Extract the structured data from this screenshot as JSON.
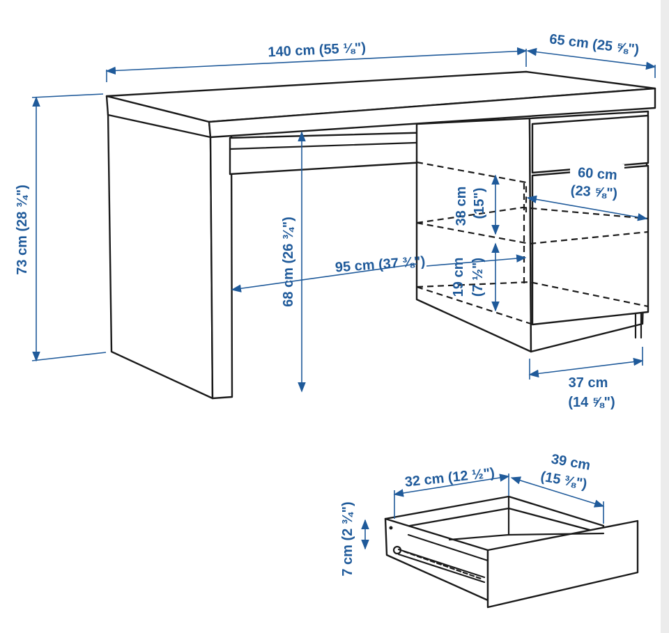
{
  "colors": {
    "dimension": "#1f5a9a",
    "line": "#1a1a1a",
    "background": "#ffffff"
  },
  "desk": {
    "width_label": "140 cm (55 ⅛\")",
    "depth_label": "65 cm (25 ⅝\")",
    "height_label": "73 cm (28 ¾\")",
    "knee_height_label": "68 cm (26 ¾\")",
    "knee_width_label": "95 cm (37 ⅜\")",
    "shelf_upper_label": "38 cm",
    "shelf_upper_label_in": "(15\")",
    "shelf_lower_label": "19 cm",
    "shelf_lower_label_in": "(7 ½\")",
    "shelf_depth_label": "60 cm",
    "shelf_depth_label_in": "(23 ⅝\")",
    "pedestal_width_label": "37 cm",
    "pedestal_width_label_in": "(14 ⅝\")"
  },
  "drawer": {
    "inner_width_label": "32 cm (12 ½\")",
    "inner_depth_label": "39 cm",
    "inner_depth_label_in": "(15 ⅜\")",
    "inner_height_label": "7 cm (2 ¾\")"
  }
}
